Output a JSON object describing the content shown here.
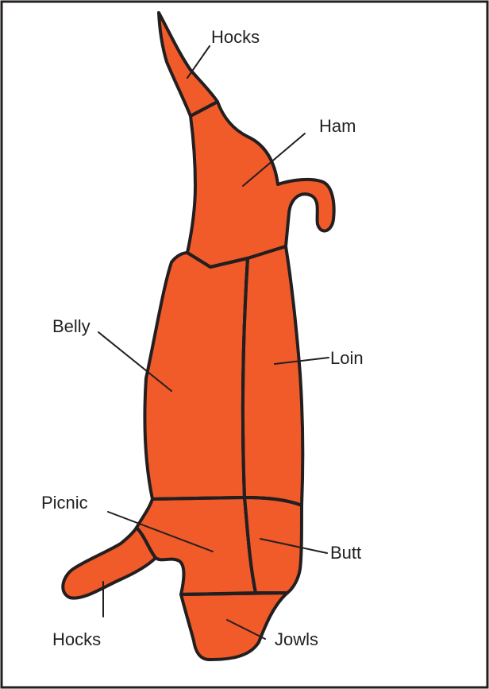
{
  "colors": {
    "meat": "#f15a29",
    "outline": "#231f20",
    "border": "#231f20",
    "background": "#ffffff"
  },
  "labels": {
    "hocks_top": "Hocks",
    "ham": "Ham",
    "belly": "Belly",
    "loin": "Loin",
    "picnic": "Picnic",
    "butt": "Butt",
    "hocks_bottom": "Hocks",
    "jowls": "Jowls"
  }
}
